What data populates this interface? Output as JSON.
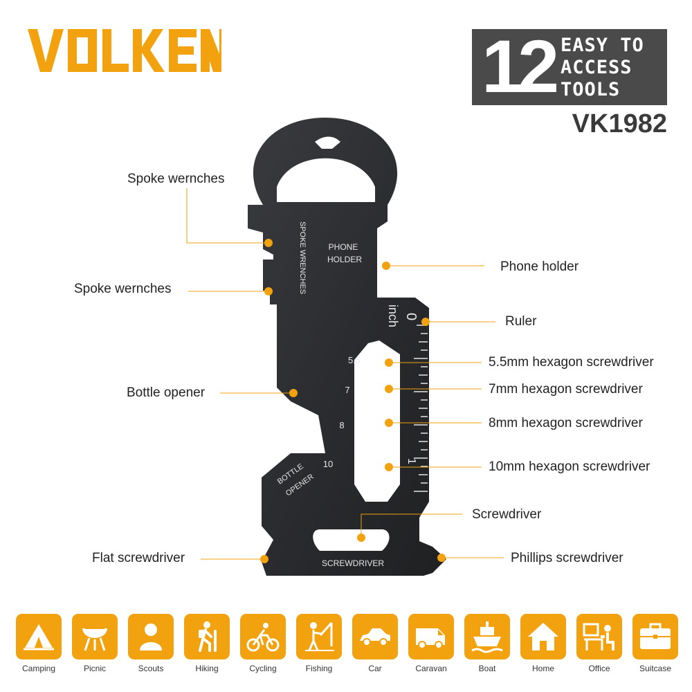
{
  "brand": {
    "logo_text": "VOLKEN",
    "color": "#f3a20f"
  },
  "badge": {
    "number": "12",
    "line1": "EASY TO",
    "line2": "ACCESS",
    "line3": "TOOLS"
  },
  "model": "VK1982",
  "tool": {
    "engraving_spoke": "SPOKE WRENCHES",
    "engraving_phone1": "PHONE",
    "engraving_phone2": "HOLDER",
    "ruler_zero": "0",
    "ruler_unit": "inch",
    "ruler_one": "1",
    "hex_55": "5.5",
    "hex_7": "7",
    "hex_8": "8",
    "hex_10": "10",
    "engraving_bottle1": "BOTTLE",
    "engraving_bottle2": "OPENER",
    "engraving_screwdriver": "SCREWDRIVER"
  },
  "callouts": {
    "spoke1": "Spoke wernches",
    "spoke2": "Spoke wernches",
    "bottle": "Bottle opener",
    "flat": "Flat screwdriver",
    "phone": "Phone holder",
    "ruler": "Ruler",
    "hex55": "5.5mm hexagon screwdriver",
    "hex7": "7mm hexagon screwdriver",
    "hex8": "8mm hexagon screwdriver",
    "hex10": "10mm hexagon screwdriver",
    "screwdriver": "Screwdriver",
    "phillips": "Phillips screwdriver"
  },
  "uses": [
    {
      "label": "Camping",
      "icon": "tent-icon"
    },
    {
      "label": "Picnic",
      "icon": "grill-icon"
    },
    {
      "label": "Scouts",
      "icon": "person-icon"
    },
    {
      "label": "Hiking",
      "icon": "hiker-icon"
    },
    {
      "label": "Cycling",
      "icon": "cyclist-icon"
    },
    {
      "label": "Fishing",
      "icon": "fisher-icon"
    },
    {
      "label": "Car",
      "icon": "car-icon"
    },
    {
      "label": "Caravan",
      "icon": "van-icon"
    },
    {
      "label": "Boat",
      "icon": "boat-icon"
    },
    {
      "label": "Home",
      "icon": "house-icon"
    },
    {
      "label": "Office",
      "icon": "office-desk-icon"
    },
    {
      "label": "Suitcase",
      "icon": "suitcase-icon"
    }
  ]
}
